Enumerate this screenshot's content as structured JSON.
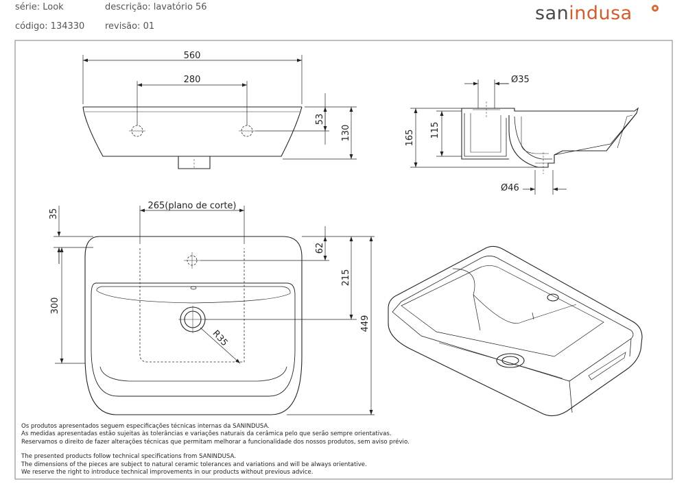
{
  "header": {
    "serie": "série: Look",
    "descricao": "descrição: lavatório 56",
    "codigo": "código: 134330",
    "revisao": "revisão: 01",
    "brand_main": "san",
    "brand_accent": "indusa"
  },
  "dimensions": {
    "width_total": "560",
    "tap_spacing": "280",
    "tap_offset": "53",
    "front_height": "130",
    "side_height": "165",
    "side_inner_height": "115",
    "tap_hole_diameter": "Ø35",
    "drain_diameter": "Ø46",
    "cut_plane": "265(plano de corte)",
    "back_edge": "35",
    "tap_depth": "62",
    "drain_depth": "215",
    "bowl_depth": "300",
    "total_depth": "449",
    "radius": "R35"
  },
  "notes": {
    "pt": [
      "Os produtos apresentados seguem especificações técnicas internas da SANINDUSA.",
      "As medidas apresentadas estão sujeitas às tolerâncias e variações naturais da cerâmica pelo que serão sempre orientativas.",
      "Reservamos o direito de fazer alterações técnicas que permitam melhorar a funcionalidade dos nossos produtos, sem aviso prévio."
    ],
    "en": [
      "The presented products follow technical specifications from SANINDUSA.",
      "The dimensions of the pieces are subject to natural ceramic tolerances and variations and will be always orientative.",
      "We reserve the right to introduce technical improvements in our products without previous advice."
    ]
  },
  "colors": {
    "line": "#222222",
    "accent": "#e0662f",
    "frame": "#9a9a9a"
  }
}
